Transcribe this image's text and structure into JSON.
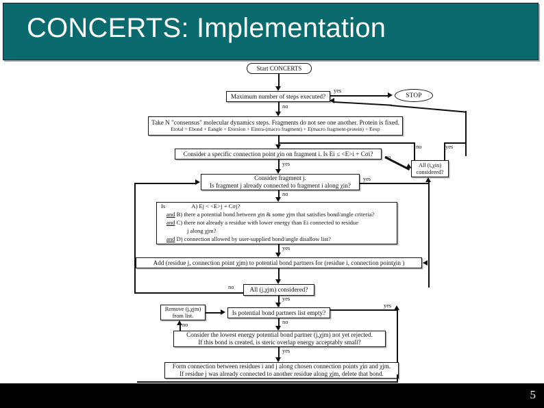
{
  "slide": {
    "title": "CONCERTS: Implementation",
    "page_number": "5",
    "accent_color": "#0b6a6e",
    "footer_color": "#000000"
  },
  "flowchart": {
    "nodes": {
      "start": "Start CONCERTS",
      "stop": "STOP",
      "max_steps": "Maximum number of steps executed?",
      "md_steps": "Take N \"consensus\" molecular dynamics steps. Fragments do not see one another. Protein is fixed.",
      "md_equation": "Etotal = Ebond + Eangle + Etorsion + Eintra-(macro fragment) + E(macro fragment-protein) + Eexp",
      "consider_point": "Consider a specific connection point χin on fragment i.  Is Ei ≤ <E>i + Cσi?",
      "all_i_considered": "All (i,χin) considered?",
      "consider_fragment_l1": "Consider fragment j.",
      "consider_fragment_l2": "Is fragment j already connected to fragment i along χin?",
      "criteria_head": "Is",
      "criteria_a": "A) Ej < <E>j + Cσj?",
      "criteria_b_and": "and",
      "criteria_b": "B) there a potential bond between χin & some χjm that satisfies bond/angle criteria?",
      "criteria_c_and": "and",
      "criteria_c": "C) there not already a residue with lower energy than Ei connected to residue",
      "criteria_c2": "j along χjm?",
      "criteria_d_and": "and",
      "criteria_d": "D) connection allowed by user-supplied bond/angle disallow list?",
      "add_partner": "Add (residue j, connection point χjm) to potential bond partners for (residue i, connection pointχin )",
      "all_j_considered": "All (j,χjm) considered?",
      "remove_l1": "Remove (j,χjm)",
      "remove_l2": "from list.",
      "list_empty": "Is potential bond partners list empty?",
      "lowest_energy_l1": "Consider the lowest energy potential bond partner (j,χjm) not yet rejected.",
      "lowest_energy_l2": "If this bond is created, is steric overlap energy acceptably small?",
      "form_connection_l1": "Form connection between residues i and j along chosen connection points χin and χjm.",
      "form_connection_l2": "If residue j was already connected to another residue along χjm, delete that bond."
    },
    "edge_labels": {
      "yes1": "yes",
      "no1": "no",
      "yes2": "yes",
      "no2": "no",
      "no_branch": "no",
      "yes_branch": "yes",
      "yes3": "yes",
      "no3": "no",
      "yes4": "yes",
      "no4": "no",
      "yes5": "yes",
      "no5": "no",
      "yes6": "yes",
      "no6": "no",
      "yes7": "yes"
    }
  }
}
